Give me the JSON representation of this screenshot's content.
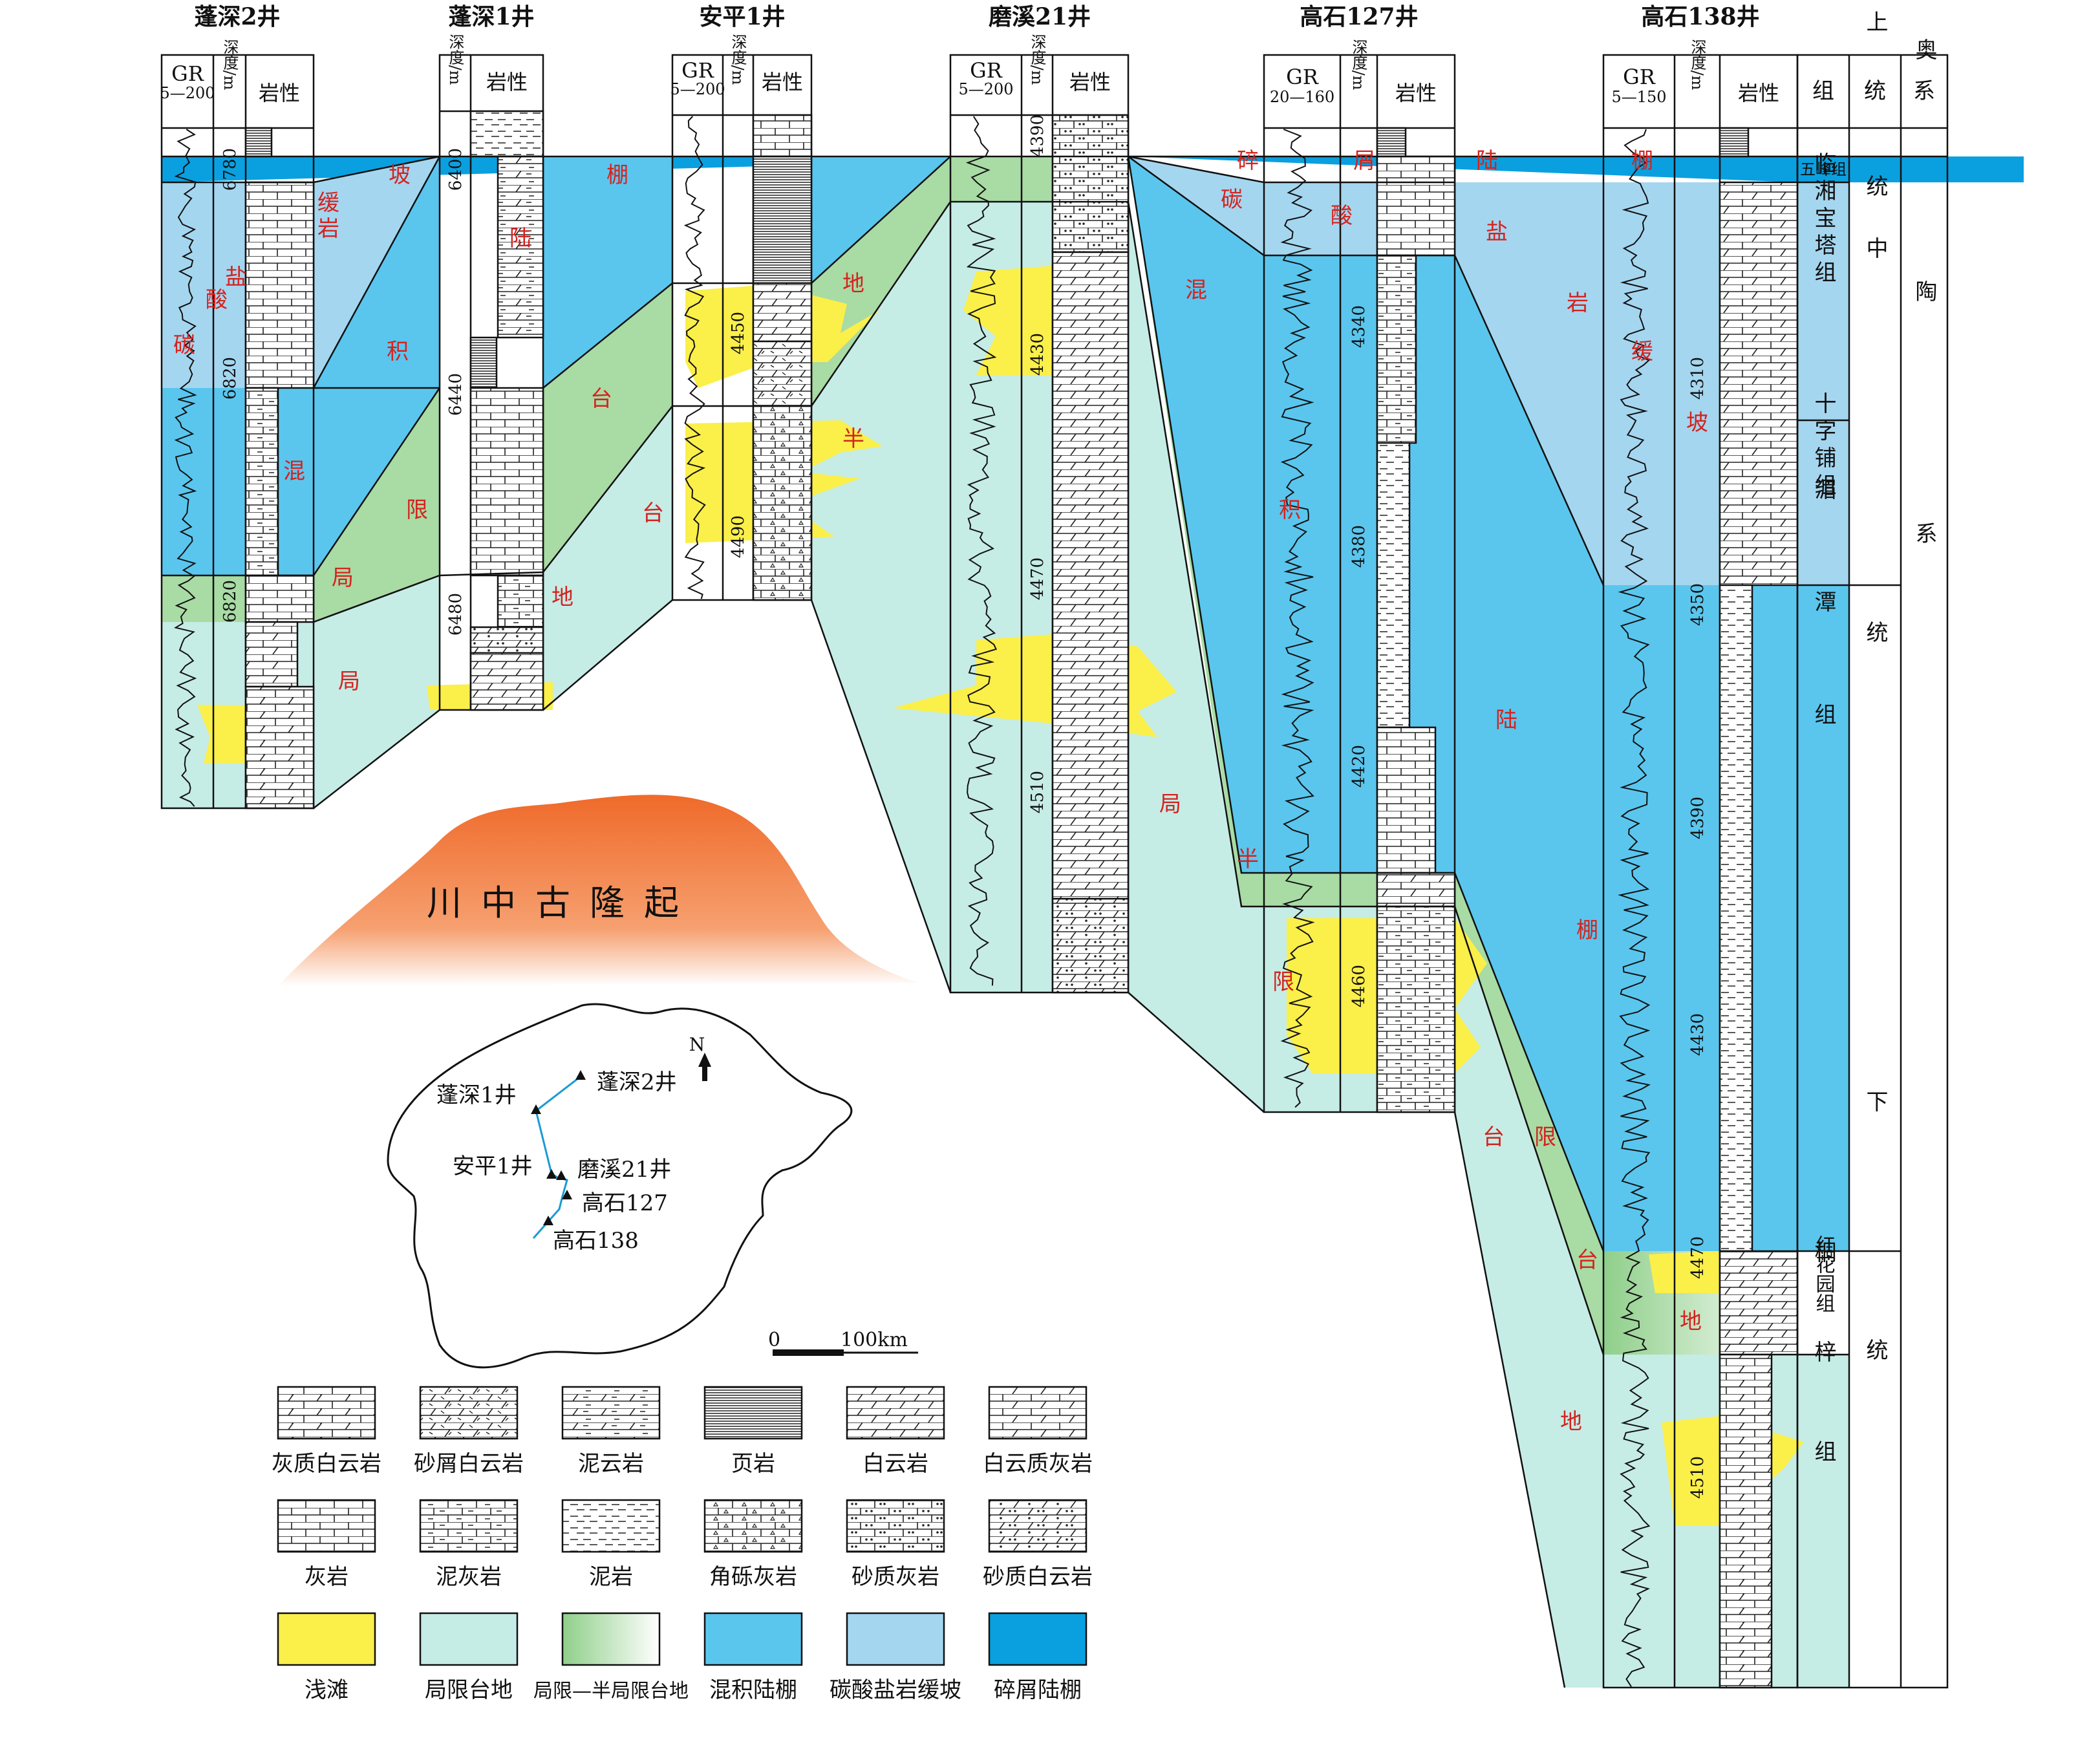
{
  "wells": [
    {
      "id": "w1",
      "name": "蓬深2井",
      "gr": "GR",
      "gr_range": "5—200",
      "depth_label": "深度/m",
      "lith_label": "岩性",
      "depths": [
        "6780",
        "6820",
        "6820"
      ]
    },
    {
      "id": "w2",
      "name": "蓬深1井",
      "depth_label": "深度/m",
      "lith_label": "岩性",
      "depths": [
        "6400",
        "6440",
        "6480"
      ]
    },
    {
      "id": "w3",
      "name": "安平1井",
      "gr": "GR",
      "gr_range": "5—200",
      "depth_label": "深度/m",
      "lith_label": "岩性",
      "depths": [
        "4450",
        "4490"
      ]
    },
    {
      "id": "w4",
      "name": "磨溪21井",
      "gr": "GR",
      "gr_range": "5—200",
      "depth_label": "深度/m",
      "lith_label": "岩性",
      "depths": [
        "4390",
        "4430",
        "4470",
        "4510"
      ]
    },
    {
      "id": "w5",
      "name": "高石127井",
      "gr": "GR",
      "gr_range": "20—160",
      "depth_label": "深度/m",
      "lith_label": "岩性",
      "depths": [
        "4340",
        "4380",
        "4420",
        "4460"
      ]
    },
    {
      "id": "w6",
      "name": "高石138井",
      "gr": "GR",
      "gr_range": "5—150",
      "depth_label": "深度/m",
      "lith_label": "岩性",
      "depths": [
        "4310",
        "4350",
        "4390",
        "4430",
        "4470",
        "4510"
      ]
    }
  ],
  "strat": {
    "headers": {
      "zu": "组",
      "tong": "统",
      "xi": "系"
    },
    "formations": [
      {
        "label": "五峰组"
      },
      {
        "label": "临湘宝塔组"
      },
      {
        "label": "十字铺组"
      },
      {
        "label": "湄潭组"
      },
      {
        "label": "红花园组"
      },
      {
        "label": "桐梓组"
      }
    ],
    "series": [
      {
        "label": "上统"
      },
      {
        "label": "中统"
      },
      {
        "label": "下统"
      }
    ],
    "system": "奥陶系"
  },
  "facies_labels": {
    "f_tan": "碳",
    "f_suan": "酸",
    "f_yan": "盐",
    "f_yan2": "岩",
    "f_huan": "缓",
    "f_po": "坡",
    "f_hun": "混",
    "f_ji": "积",
    "f_lu": "陆",
    "f_peng": "棚",
    "f_ju": "局",
    "f_xian": "限",
    "f_tai": "台",
    "f_di": "地",
    "f_suo": "碎",
    "f_xie": "屑",
    "f_ban": "半",
    "f_tan2": "碳",
    "f_suan2": "酸",
    "f_yan3": "盐",
    "f_yan4": "岩",
    "f_huan2": "缓",
    "f_po2": "坡",
    "f_lu2": "陆",
    "f_peng2": "棚",
    "f_tai2": "台",
    "f_di2": "地",
    "f_ju2": "局",
    "f_xian2": "限",
    "f_hun2": "混",
    "f_ji2": "积",
    "f_lu3": "陆",
    "f_peng3": "棚",
    "f_ju3": "局",
    "f_xian3": "限",
    "f_tai3": "台",
    "f_di3": "地",
    "f_hun3": "混",
    "f_lu4": "陆",
    "f_peng4": "棚",
    "f_tai4": "台",
    "f_di4": "地",
    "f_xian4": "限",
    "f_ju4": "局",
    "f_ban2": "半",
    "f_tai5": "台",
    "f_di5": "地"
  },
  "uplift": "川中古隆起",
  "map": {
    "north": "N",
    "wells": [
      "蓬深2井",
      "蓬深1井",
      "安平1井",
      "磨溪21井",
      "高石127",
      "高石138"
    ],
    "scale_zero": "0",
    "scale_label": "100km"
  },
  "legend": [
    {
      "label": "灰质白云岩"
    },
    {
      "label": "砂屑白云岩"
    },
    {
      "label": "泥云岩"
    },
    {
      "label": "页岩"
    },
    {
      "label": "白云岩"
    },
    {
      "label": "白云质灰岩"
    },
    {
      "label": "灰岩"
    },
    {
      "label": "泥灰岩"
    },
    {
      "label": "泥岩"
    },
    {
      "label": "角砾灰岩"
    },
    {
      "label": "砂质灰岩"
    },
    {
      "label": "砂质白云岩"
    },
    {
      "label": "浅滩",
      "color": "#fbef4a"
    },
    {
      "label": "局限台地",
      "color": "#c6ece6"
    },
    {
      "label": "局限—半局限台地",
      "color": "#a9dba4"
    },
    {
      "label": "混积陆棚",
      "color": "#5ac6ee"
    },
    {
      "label": "碳酸盐岩缓坡",
      "color": "#a5d6ef"
    },
    {
      "label": "碎屑陆棚",
      "color": "#0aa0e0"
    }
  ],
  "colors": {
    "shoal": "#fbef4a",
    "restricted": "#c6ece6",
    "semi": "#a9dba4",
    "mixed": "#5ac6ee",
    "ramp": "#a5d6ef",
    "clastic": "#0aa0e0",
    "uplift": "#ef7a37",
    "facies_text": "#d4231f"
  }
}
